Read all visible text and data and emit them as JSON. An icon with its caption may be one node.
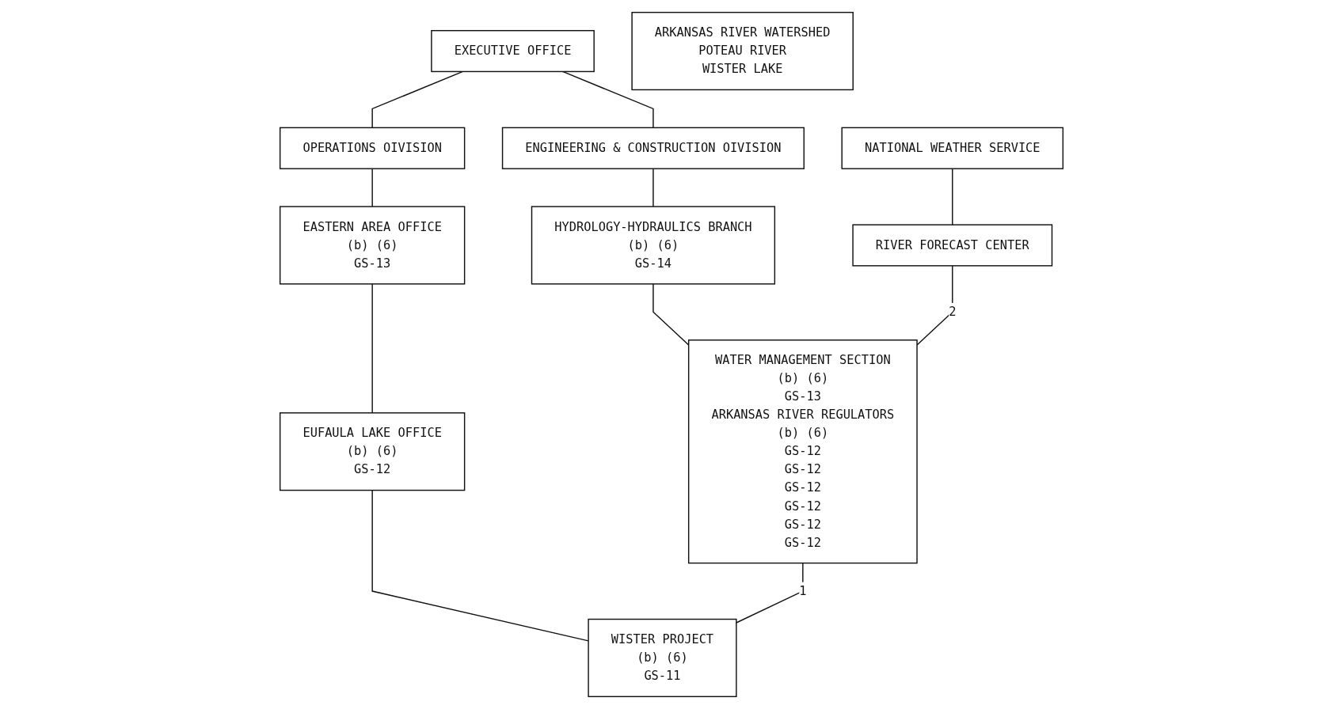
{
  "diagram": {
    "nodes": [
      {
        "text": [
          "EXECUTIVE OFFICE"
        ]
      },
      {
        "text": [
          "NATIONAL WEATHER SERVICE"
        ]
      },
      {
        "text": [
          "ENGINEERING & CONSTRUCTION OIVISION"
        ]
      },
      {
        "text": [
          "OPERATIONS OIVISION"
        ]
      },
      {
        "text": [
          "EASTERN AREA OFFICE",
          "(b) (6)",
          "GS-13"
        ]
      },
      {
        "text": [
          "RIVER FORECAST CENTER"
        ]
      },
      {
        "text": [
          "HYDROLOGY-HYDRAULICS BRANCH",
          "(b) (6)",
          "GS-14"
        ]
      },
      {
        "text": [
          "EUFAULA LAKE OFFICE",
          "(b) (6)",
          "GS-12"
        ]
      },
      {
        "text": [
          "WATER MANAGEMENT SECTION",
          "(b) (6)",
          "GS-13",
          "ARKANSAS RIVER REGULATORS",
          "(b) (6)",
          "GS-12",
          "GS-12",
          "GS-12",
          "GS-12",
          "GS-12",
          "GS-12"
        ]
      },
      {
        "text": [
          "WISTER PROJECT",
          "(b) (6)",
          "GS-11"
        ]
      },
      {
        "text": [
          "ARKANSAS RIVER WATERSHED",
          "POTEAU RIVER",
          "WISTER LAKE"
        ]
      }
    ],
    "edges": [
      {
        "from": 0,
        "to": 2,
        "arrow": "none"
      },
      {
        "from": 0,
        "to": 3,
        "arrow": "none"
      },
      {
        "from": 1,
        "to": 5,
        "arrow": "none"
      },
      {
        "from": 2,
        "to": 6,
        "arrow": "none"
      },
      {
        "from": 3,
        "to": 4,
        "arrow": "none"
      },
      {
        "from": 4,
        "to": 7,
        "arrow": "none"
      },
      {
        "from": 6,
        "to": 8,
        "arrow": "none"
      },
      {
        "from": 7,
        "to": 9,
        "arrow": "none"
      },
      {
        "from": 5,
        "to": 8,
        "arrow": "none",
        "label": "2"
      },
      {
        "from": 8,
        "to": 9,
        "arrow": "none",
        "label": "1"
      }
    ]
  }
}
